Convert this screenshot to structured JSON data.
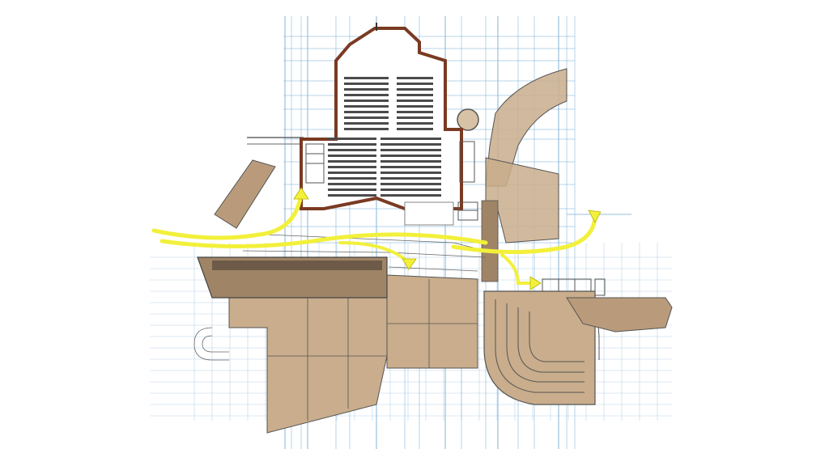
{
  "drawing": {
    "kind": "architectural site plan",
    "text_labels": [],
    "colors": {
      "background": "#ffffff",
      "grid_lines": "#7fb3d6",
      "paving": "#c9ad8c",
      "paving_dark": "#a08466",
      "walls": "#7a3a22",
      "seating": "#4b4b4b",
      "circulation_arrows": "#f2f03a",
      "linework": "#555555"
    },
    "elements": [
      "auditorium-building",
      "auditorium-seating-rows",
      "stair-tower-left",
      "stair-tower-right",
      "ramp-wing-left",
      "long-covered-pavilion",
      "large-paved-terrace",
      "round-amphitheater",
      "pier-walkway-right",
      "curved-roadway",
      "circular-light-well",
      "yellow-circulation-flows"
    ]
  }
}
